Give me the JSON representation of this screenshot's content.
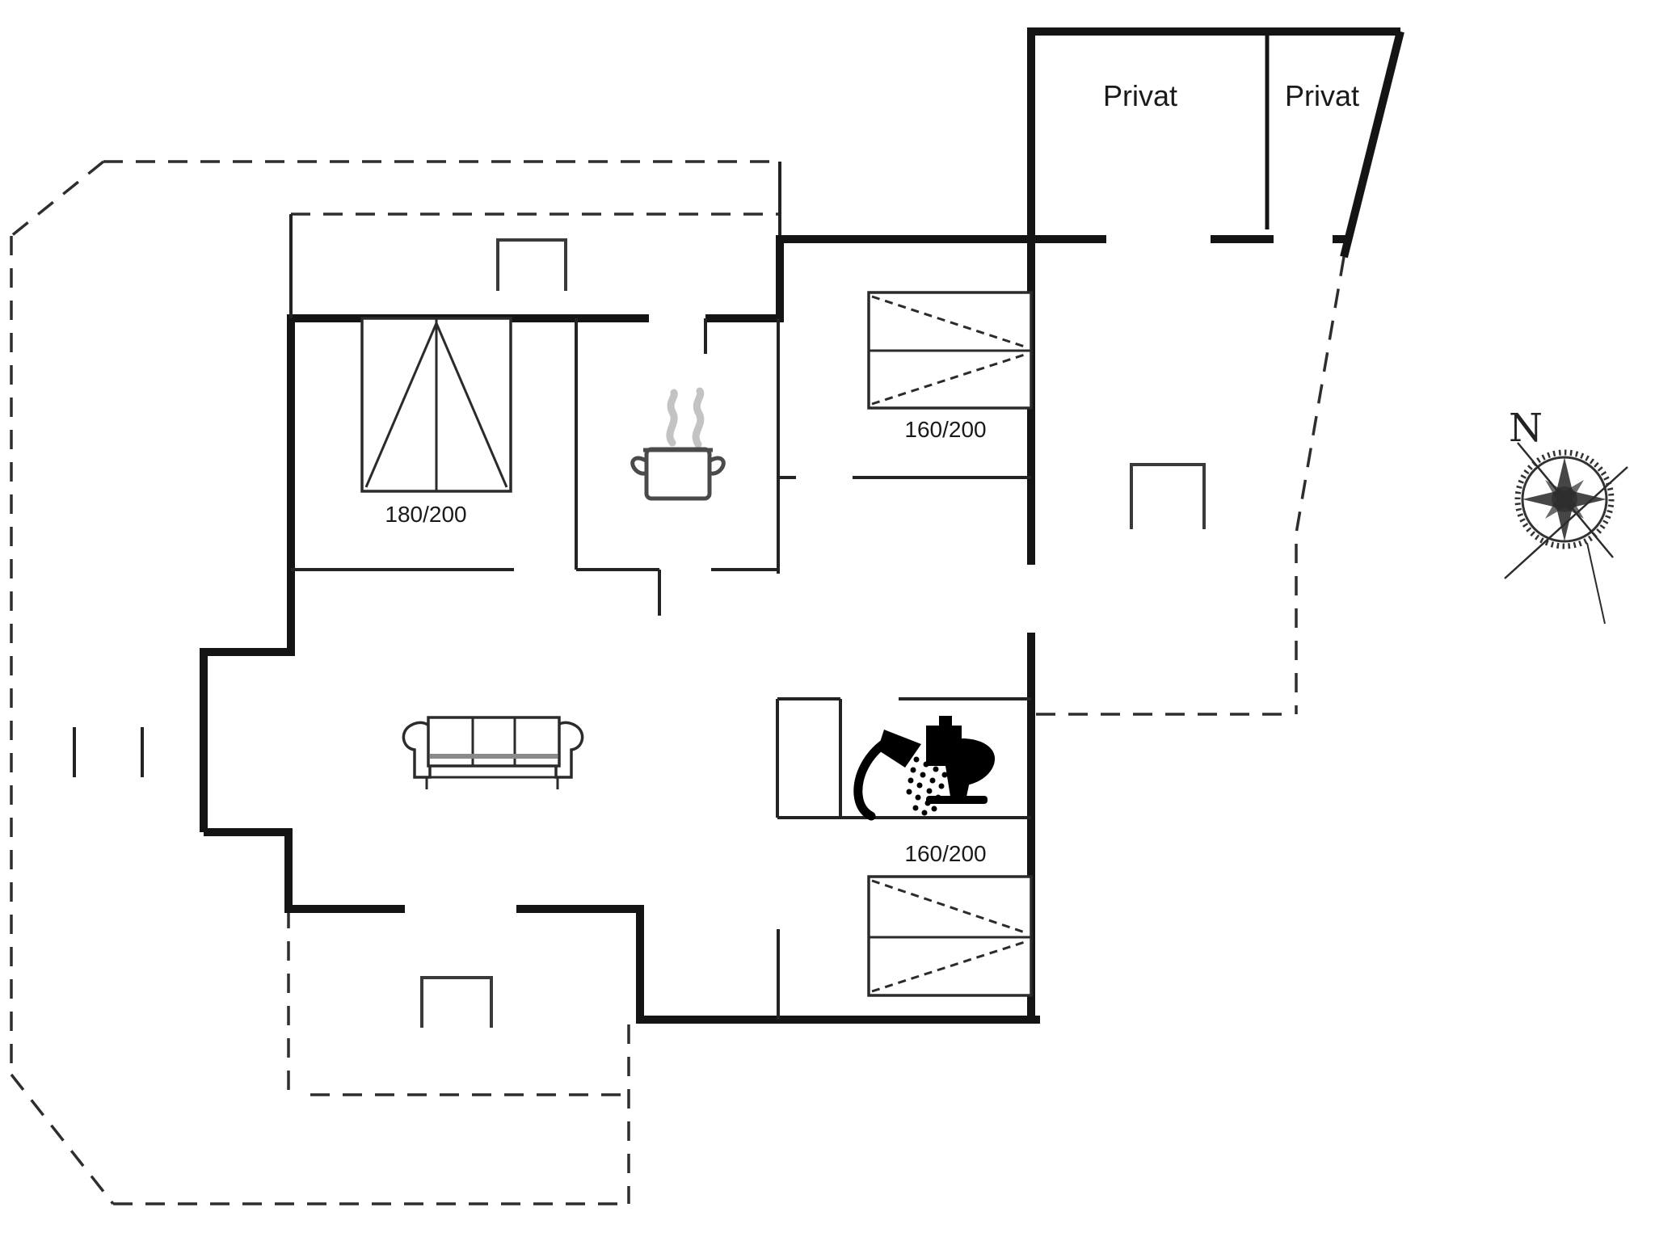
{
  "floorplan": {
    "background_color": "#ffffff",
    "wall_color": "#141414",
    "dashed_outline_color": "#2e2e2e",
    "icon_color": "#000000",
    "steam_color": "#c3c3c3",
    "rooms": [
      {
        "id": "private-room-left",
        "label": "Privat"
      },
      {
        "id": "private-room-right",
        "label": "Privat"
      }
    ],
    "beds": [
      {
        "id": "double-bed",
        "label": "180/200"
      },
      {
        "id": "bed-160-top",
        "label": "160/200"
      },
      {
        "id": "bed-160-bottom",
        "label": "160/200"
      }
    ],
    "compass": {
      "north_label": "N"
    },
    "icons": [
      "double-bed-icon",
      "bed-icon",
      "sofa-icon",
      "cooking-pot-icon",
      "steam-icon",
      "shower-icon",
      "toilet-icon",
      "chimney-icon",
      "compass-rose-icon",
      "door-leaf-icon",
      "window-tick-icon"
    ]
  }
}
